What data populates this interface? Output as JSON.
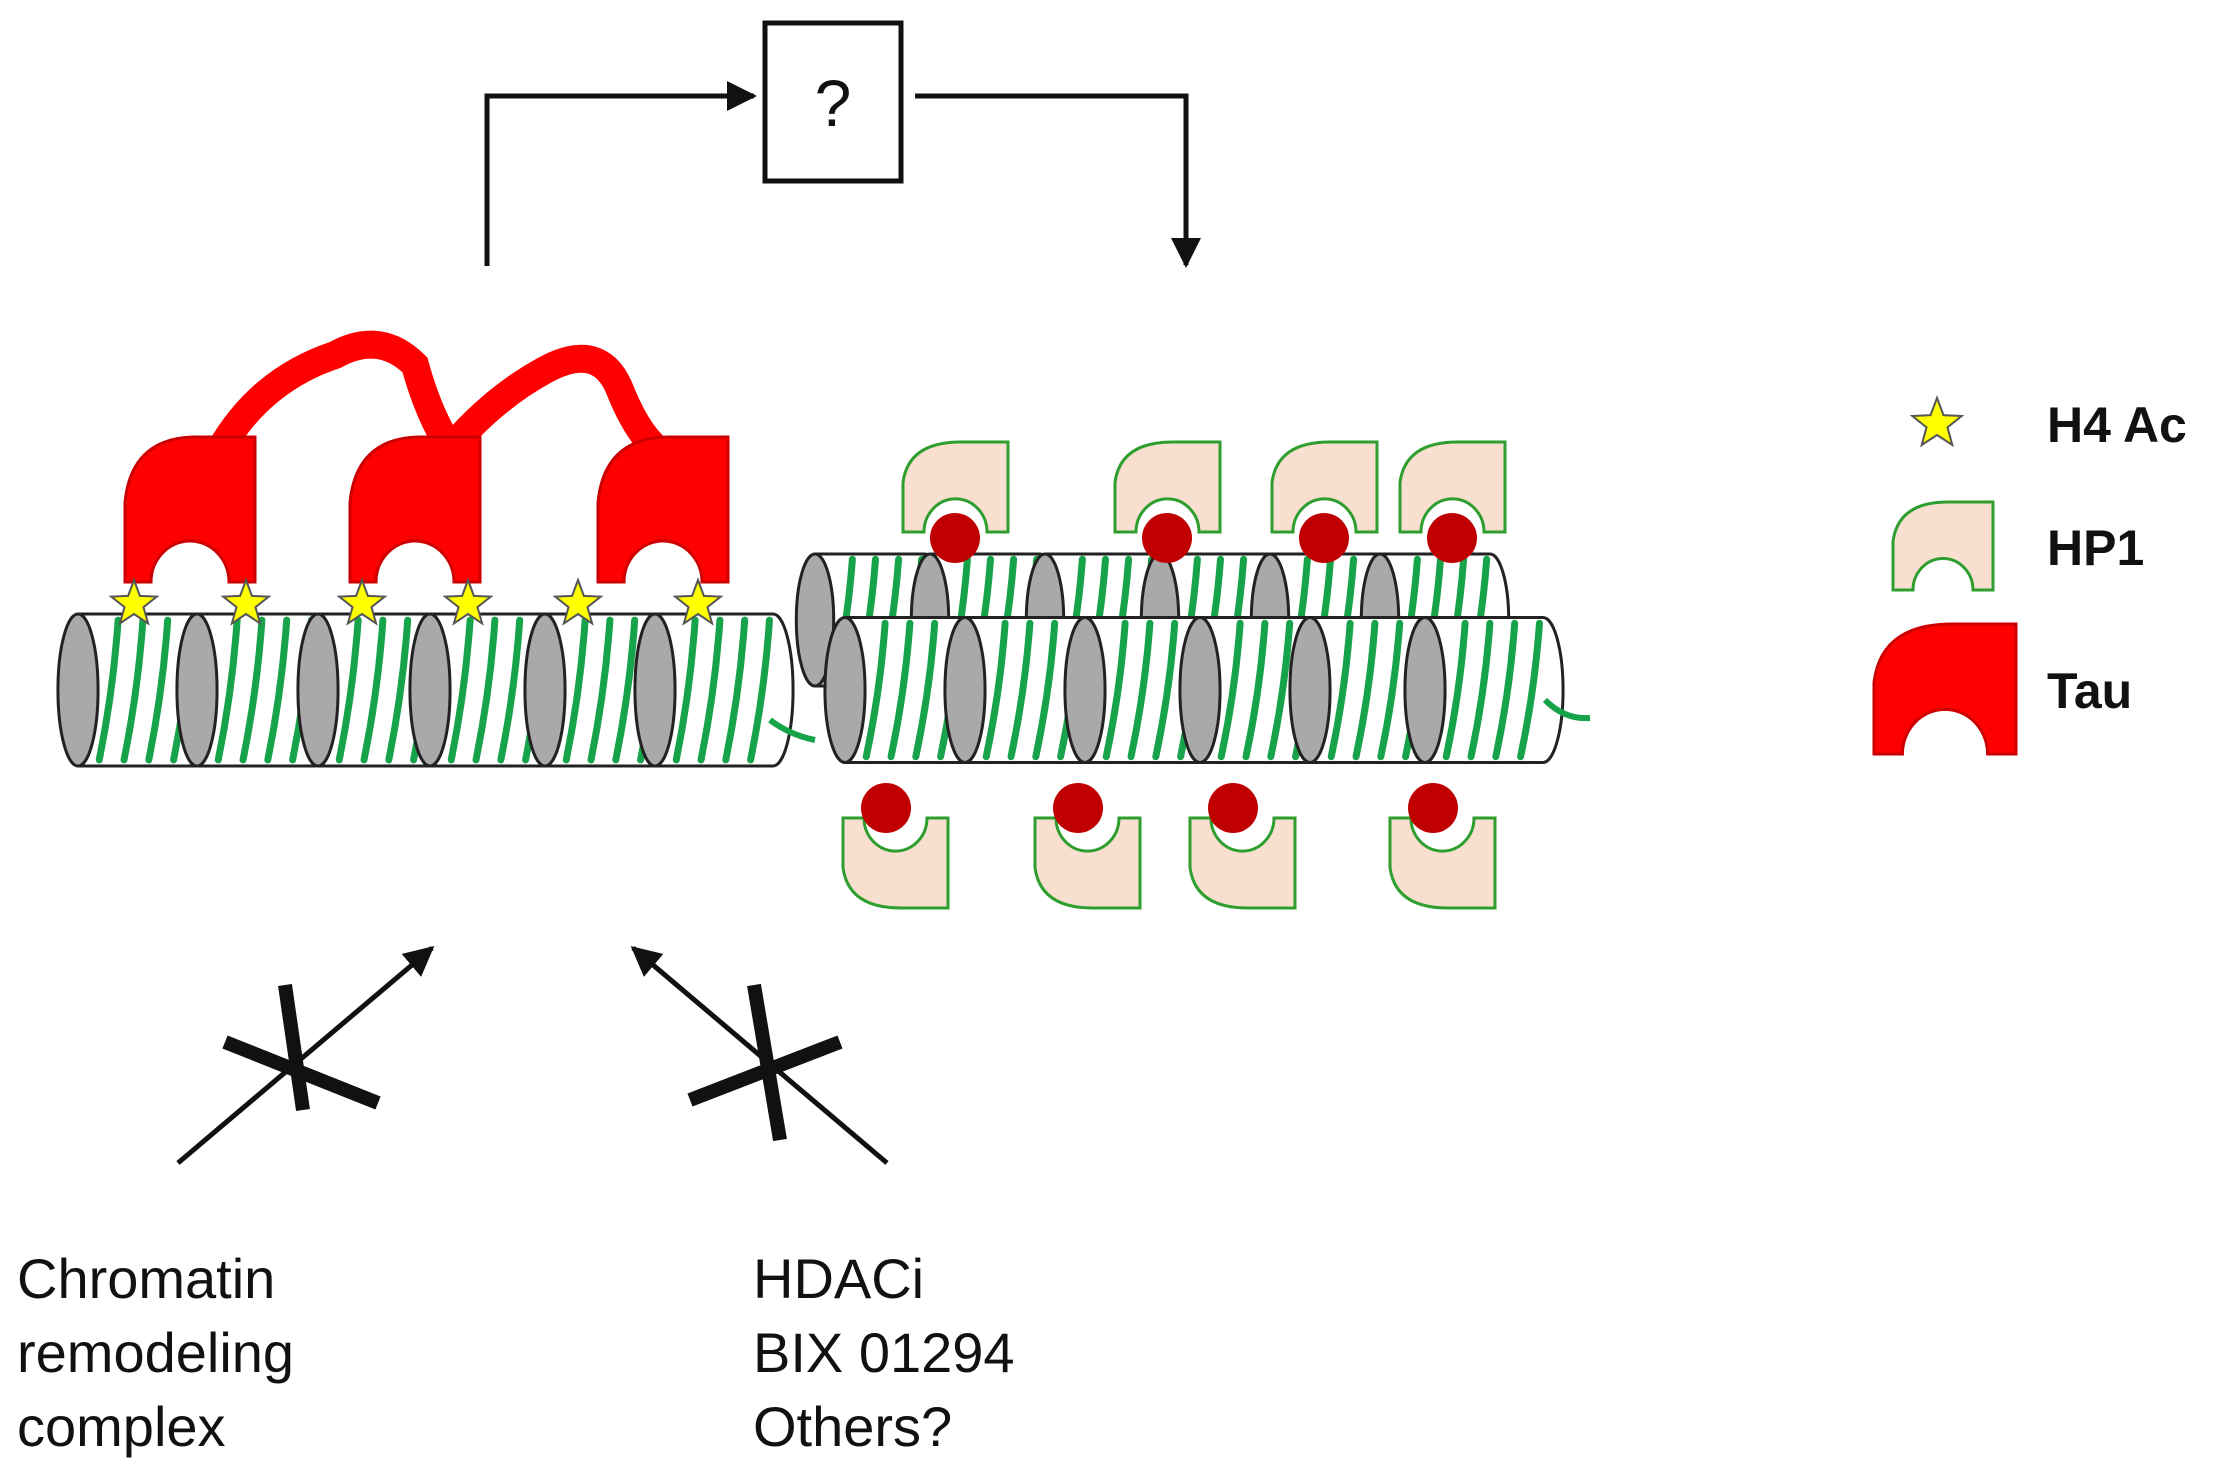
{
  "top_box": {
    "label": "?"
  },
  "legend": {
    "items": [
      {
        "id": "h4ac",
        "label": "H4 Ac",
        "icon": "yellow-star-icon",
        "color": "#ffff00"
      },
      {
        "id": "hp1",
        "label": "HP1",
        "icon": "hp1-crescent-icon",
        "color": "#f9dfd0"
      },
      {
        "id": "tau",
        "label": "Tau",
        "icon": "tau-crescent-icon",
        "color": "#ff0000"
      }
    ]
  },
  "labels": {
    "left": [
      "Chromatin",
      "remodeling",
      "complex"
    ],
    "right": [
      "HDACi",
      "BIX 01294",
      "Others?"
    ]
  },
  "colors": {
    "dna": "#17a34a",
    "histone_dark": "#a9a9a9",
    "tau": "#ff0000",
    "hp1_fill": "#f9dfd0",
    "hp1_stroke": "#2e9e2e",
    "methyl_dot": "#c00000",
    "star": "#ffff00"
  }
}
